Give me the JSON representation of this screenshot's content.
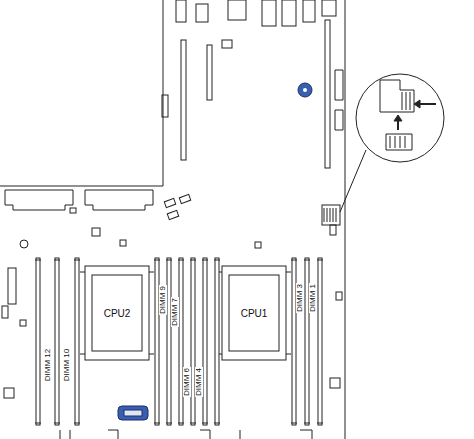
{
  "diagram": {
    "nodes": [
      {
        "text": [
          "CPU2"
        ]
      },
      {
        "text": [
          "CPU1"
        ]
      }
    ],
    "labels": [
      "DIMM 12",
      "DIMM 10",
      "DIMM 9",
      "DIMM 7",
      "DIMM 6",
      "DIMM 4",
      "DIMM 3",
      "DIMM 1"
    ]
  }
}
